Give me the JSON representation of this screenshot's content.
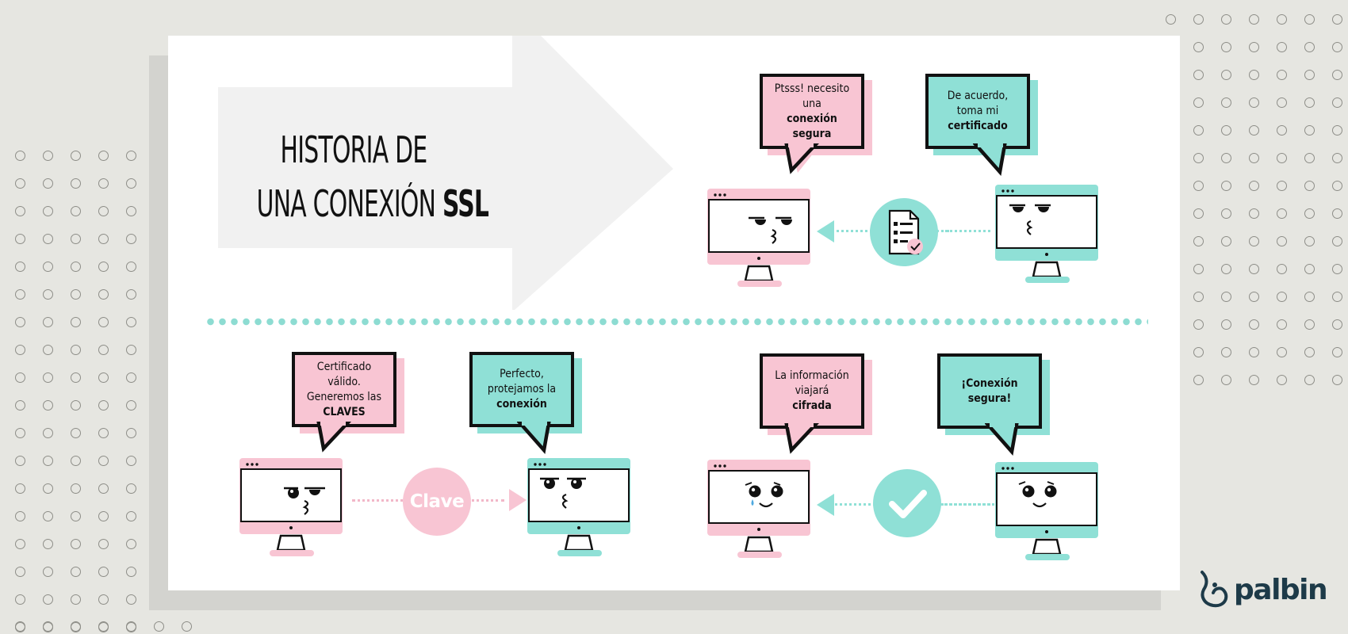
{
  "title": {
    "line1": "HISTORIA DE",
    "line2_prefix": "UNA CONEXIÓN",
    "line2_bold": "SSL"
  },
  "bubbles": {
    "b1": {
      "pre": "Ptsss! necesito una",
      "bold": "conexión segura",
      "post": ""
    },
    "b2": {
      "pre": "De acuerdo, toma mi",
      "bold": "certificado",
      "post": ""
    },
    "b3": {
      "pre": "Certificado válido. Generemos las",
      "bold": "CLAVES",
      "post": ""
    },
    "b4": {
      "pre": "Perfecto, protejamos la",
      "bold": "conexión",
      "post": ""
    },
    "b5": {
      "pre": "La información viajará",
      "bold": "cifrada",
      "post": ""
    },
    "b6": {
      "pre": "",
      "bold": "¡Conexión segura!",
      "post": ""
    }
  },
  "key_badge_label": "Clave",
  "logo": {
    "name": "palbin"
  },
  "colors": {
    "pink": "#f8c5d3",
    "teal": "#8fe0d6",
    "ink": "#111111",
    "panel": "#ffffff",
    "background": "#e6e6e1",
    "arrow": "#f1f1f1"
  },
  "icons": [
    "certificate-icon",
    "check-icon",
    "arrow-left-icon",
    "arrow-right-icon",
    "palbin-logo-icon"
  ]
}
